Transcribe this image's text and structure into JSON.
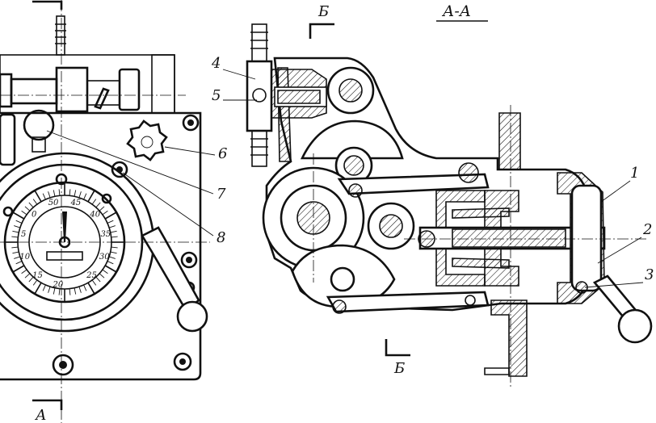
{
  "labels": {
    "section_aa": "А-А",
    "cut_b_top": "Б",
    "cut_b_bottom": "Б",
    "cut_a_bottom": "А",
    "callouts": [
      "1",
      "2",
      "3",
      "4",
      "5",
      "6",
      "7",
      "8"
    ]
  },
  "dial": {
    "ring_numbers": [
      "20",
      "15",
      "10",
      "5",
      "0",
      "50",
      "45",
      "40",
      "35",
      "30",
      "25"
    ]
  },
  "colors": {
    "ink": "#111111",
    "paper": "#ffffff"
  }
}
